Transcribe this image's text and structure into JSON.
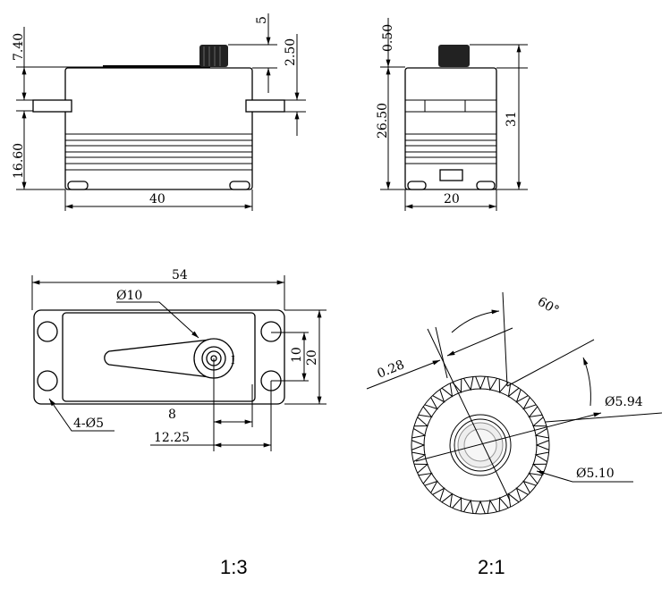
{
  "front_view": {
    "dim_top": "7.40",
    "dim_bottom": "16.60",
    "dim_spline": "5",
    "dim_ear": "2.50",
    "dim_width": "40"
  },
  "side_view": {
    "dim_top": "0.50",
    "dim_body": "26.50",
    "dim_total": "31",
    "dim_width": "20"
  },
  "top_view": {
    "dim_length": "54",
    "dim_horn": "Ø10",
    "dim_hole_spacing": "10",
    "dim_ear_width": "20",
    "dim_offset_a": "8",
    "dim_offset_b": "12.25",
    "dim_holes": "4-Ø5"
  },
  "spline_detail": {
    "angle": "60°",
    "dim_tooth": "0.28",
    "dim_outer": "Ø5.94",
    "dim_inner": "Ø5.10"
  },
  "scales": {
    "left": "1:3",
    "right": "2:1"
  }
}
